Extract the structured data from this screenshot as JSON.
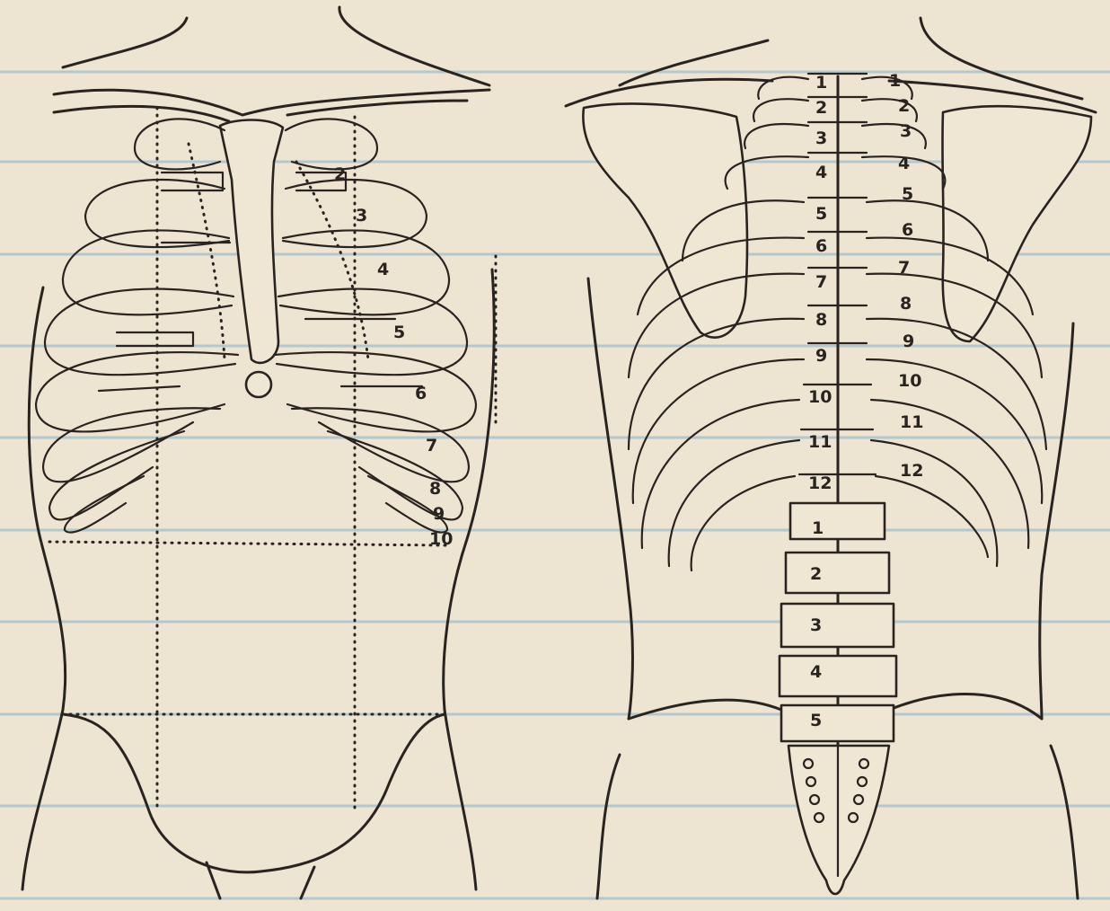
{
  "front_view": {
    "rib_labels": [
      "2",
      "3",
      "4",
      "5",
      "6",
      "7",
      "8",
      "9",
      "10"
    ]
  },
  "back_view": {
    "thoracic_vertebrae": [
      "1",
      "2",
      "3",
      "4",
      "5",
      "6",
      "7",
      "8",
      "9",
      "10",
      "11",
      "12"
    ],
    "rib_labels": [
      "1",
      "2",
      "3",
      "4",
      "5",
      "6",
      "7",
      "8",
      "9",
      "10",
      "11",
      "12"
    ],
    "lumbar_vertebrae": [
      "1",
      "2",
      "3",
      "4",
      "5"
    ]
  },
  "colors": {
    "paper": "#eee4d2",
    "ink": "#2a2420",
    "rule": "#a9c3cf"
  }
}
